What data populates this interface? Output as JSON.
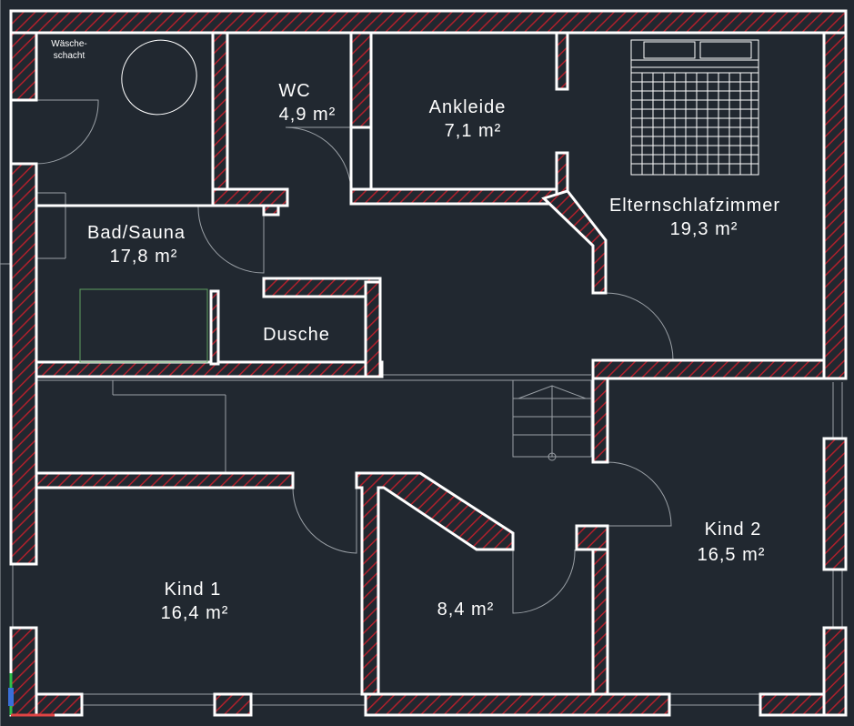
{
  "colors": {
    "background": "#212830",
    "wall_outline": "#ffffff",
    "wall_hatch": "#b0202c",
    "thin_lines": "#9aa0a6",
    "fixture_green": "#5fa05f",
    "axis_y": "#2fbf4a",
    "axis_x": "#e04545",
    "axis_z": "#3a6fd8"
  },
  "rooms": {
    "wc_name": "WC",
    "wc_area": "4,9 m²",
    "ankleide_name": "Ankleide",
    "ankleide_area": "7,1 m²",
    "eltern_name": "Elternschlafzimmer",
    "eltern_area": "19,3 m²",
    "bad_name": "Bad/Sauna",
    "bad_area": "17,8 m²",
    "dusche_name": "Dusche",
    "kind1_name": "Kind 1",
    "kind1_area": "16,4 m²",
    "kind2_name": "Kind 2",
    "kind2_area": "16,5 m²",
    "small_area": "8,4 m²"
  },
  "annotations": {
    "waesche_line1": "Wäsche-",
    "waesche_line2": "schacht"
  },
  "icons": {
    "bathtub": "bathtub-icon",
    "bed": "bed-icon",
    "stairs": "stairs-icon",
    "ucs_axis": "ucs-axis-icon"
  }
}
